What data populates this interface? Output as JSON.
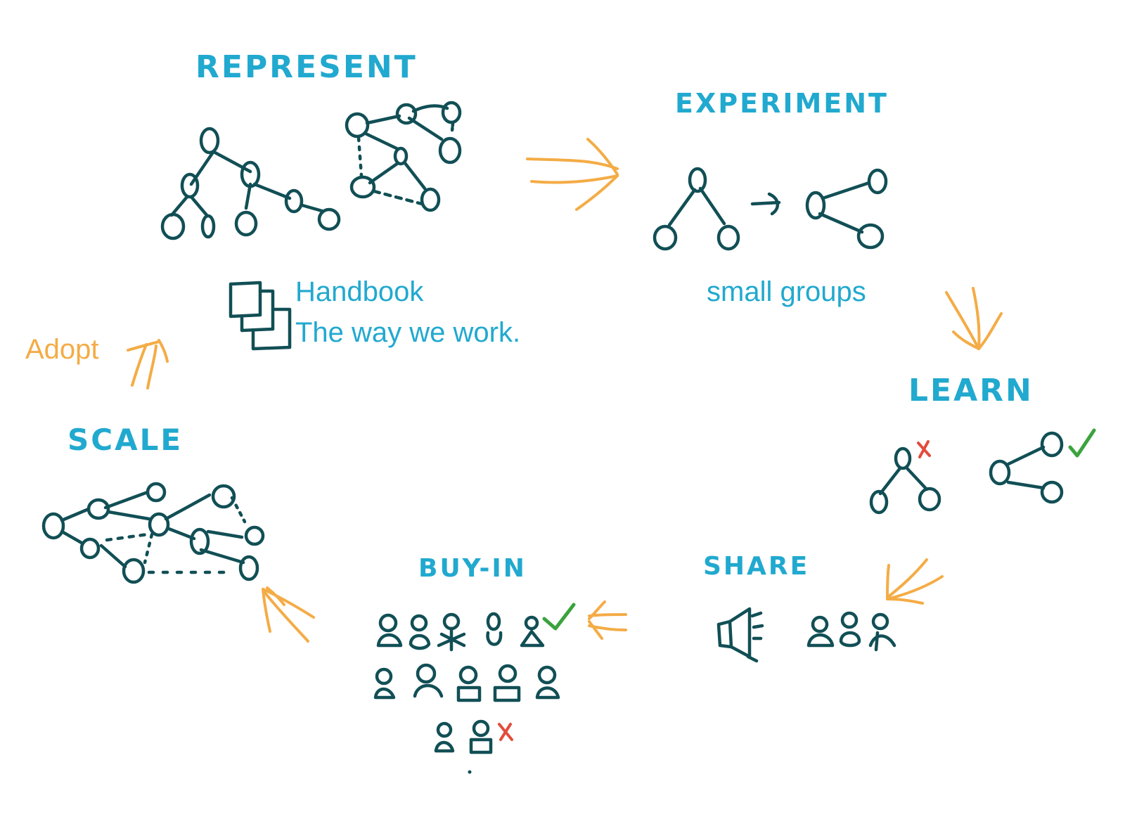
{
  "stages": {
    "represent": "REPRESENT",
    "experiment": "EXPERIMENT",
    "learn": "LEARN",
    "share": "SHARE",
    "buy_in": "BUY-IN",
    "scale": "SCALE"
  },
  "notes": {
    "handbook": "Handbook",
    "way_we_work": "The way we work.",
    "small_groups": "small groups",
    "adopt": "Adopt"
  },
  "colors": {
    "stage_label": "#21a9cf",
    "note_text": "#21a9cf",
    "adopt_text": "#f4ac46",
    "ink": "#114f55",
    "arrow": "#f4ac46",
    "wrong_mark": "#e34b3c",
    "right_mark": "#3aa33d"
  },
  "icons": [
    "document-stack-icon",
    "megaphone-icon",
    "person-icon",
    "checkmark-icon",
    "cross-icon",
    "arrow-icon"
  ]
}
